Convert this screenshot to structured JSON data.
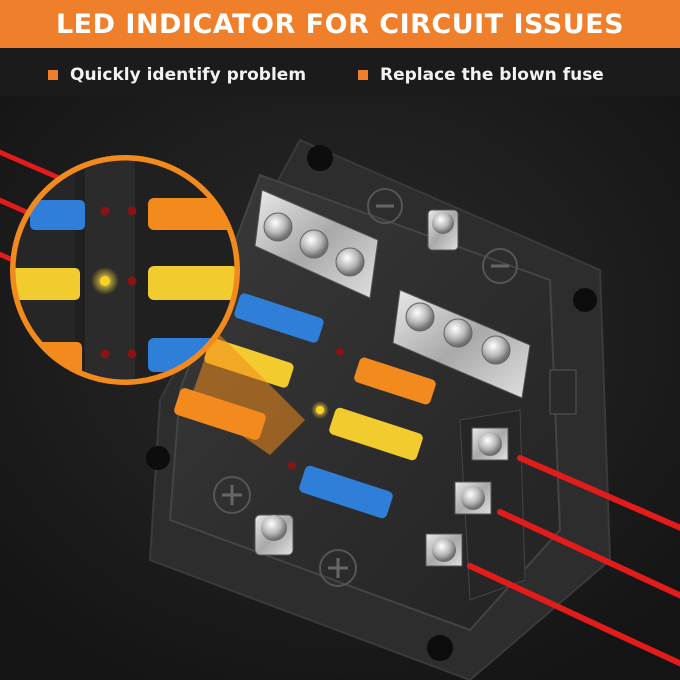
{
  "banner": {
    "title": "LED INDICATOR FOR CIRCUIT ISSUES",
    "color": "#ef7f2a"
  },
  "features": [
    {
      "label": "Quickly identify problem"
    },
    {
      "label": "Replace the blown fuse"
    }
  ],
  "product": {
    "fuse_colors": {
      "orange": "#f28a1e",
      "yellow": "#f2cc2e",
      "blue": "#2f7fd8"
    },
    "led_colors": {
      "off": "#8a1414",
      "lit": "#ffd21f"
    },
    "wire_color": "#e21b1b",
    "terminal_symbols": [
      "−",
      "−",
      "+",
      "+"
    ]
  }
}
